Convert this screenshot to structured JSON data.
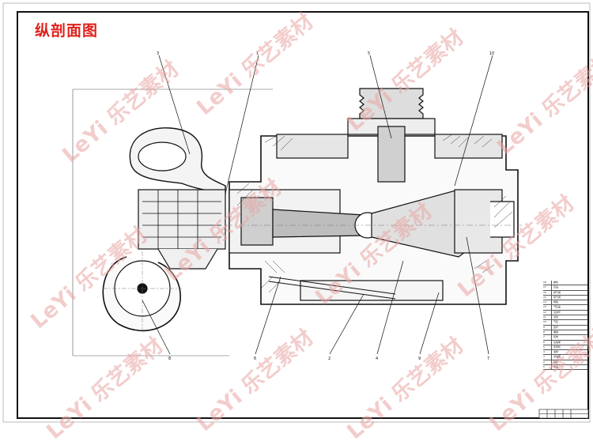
{
  "title": "纵剖面图",
  "watermark": "LeYi 乐艺素材",
  "colors": {
    "title": "#e0211b",
    "watermark": "#e8a6a4",
    "line": "#111111"
  },
  "callouts": [
    "3",
    "1",
    "5",
    "8",
    "6",
    "2",
    "4",
    "9",
    "7",
    "10"
  ],
  "bom": [
    {
      "no": "18",
      "name": "螺栓"
    },
    {
      "no": "17",
      "name": "压盖"
    },
    {
      "no": "16",
      "name": "排气阀"
    },
    {
      "no": "15",
      "name": "吸气阀"
    },
    {
      "no": "14",
      "name": "阀板"
    },
    {
      "no": "13",
      "name": "气缸盖"
    },
    {
      "no": "12",
      "name": "活塞环"
    },
    {
      "no": "11",
      "name": "活塞"
    },
    {
      "no": "10",
      "name": "气缸"
    },
    {
      "no": "9",
      "name": "连杆"
    },
    {
      "no": "8",
      "name": "曲轴"
    },
    {
      "no": "7",
      "name": "机体"
    },
    {
      "no": "6",
      "name": "主轴承"
    },
    {
      "no": "5",
      "name": "皮带轮"
    },
    {
      "no": "4",
      "name": "油泵"
    },
    {
      "no": "3",
      "name": "滤油器"
    },
    {
      "no": "2",
      "name": "轴封"
    },
    {
      "no": "1",
      "name": "端盖"
    }
  ]
}
